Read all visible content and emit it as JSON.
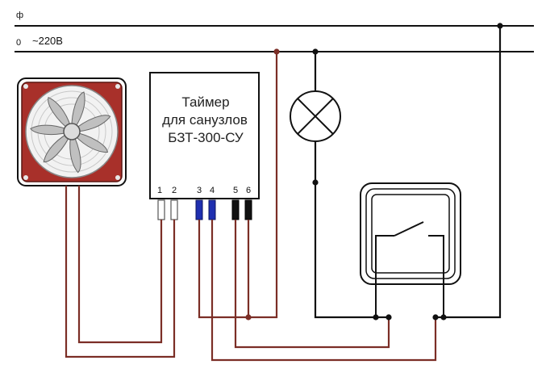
{
  "bus": {
    "phase_label": "ф",
    "neutral_label": "0",
    "voltage_label": "~220В"
  },
  "timer": {
    "title_line1": "Таймер",
    "title_line2": "для санузлов",
    "title_line3": "БЗТ-300-СУ",
    "terminals": [
      "1",
      "2",
      "3",
      "4",
      "5",
      "6"
    ]
  },
  "colors": {
    "wire_brown": "#7b2e26",
    "wire_black": "#111111",
    "fan_red": "#a8302a",
    "terminal_blue": "#1f2fb0",
    "terminal_black": "#111111"
  },
  "icons": {
    "fan": "exhaust-fan-icon",
    "lamp": "lamp-icon",
    "switch": "light-switch-icon"
  }
}
